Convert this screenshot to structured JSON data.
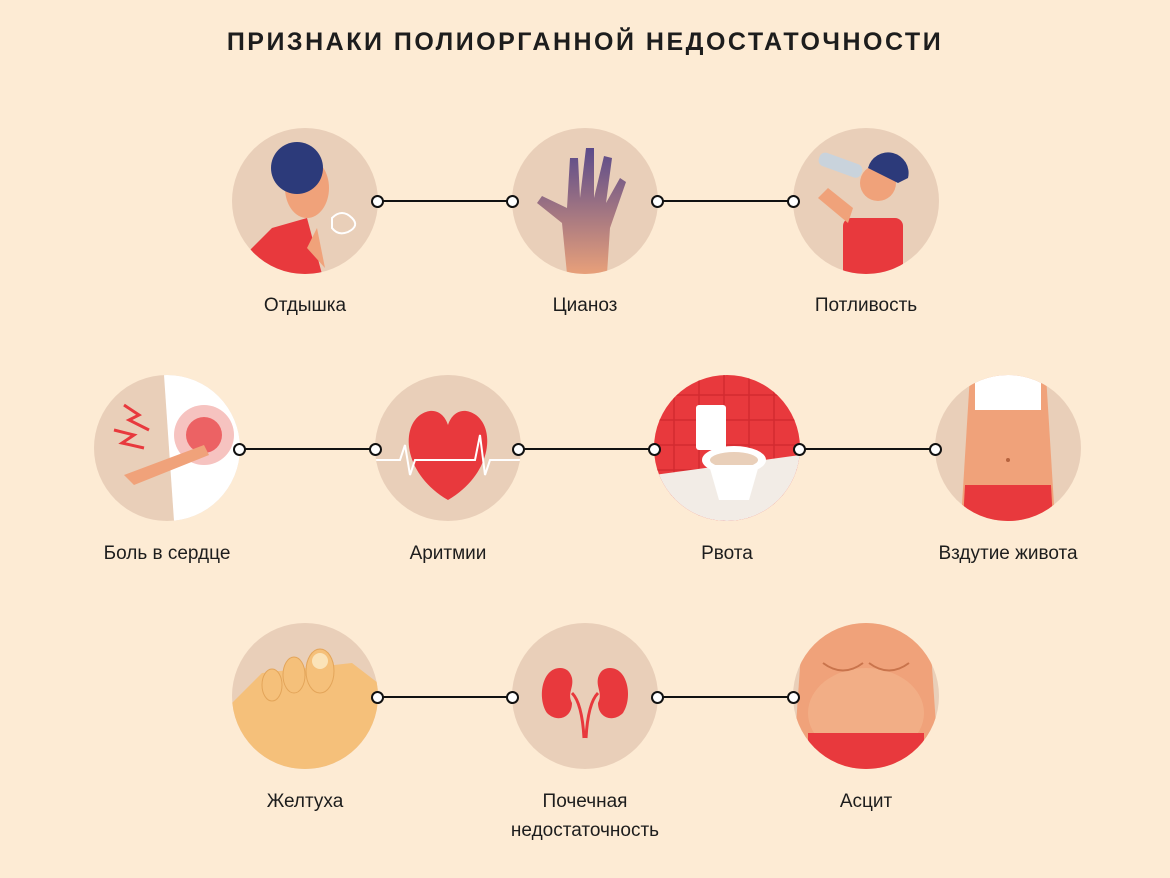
{
  "title": "ПРИЗНАКИ ПОЛИОРГАННОЙ НЕДОСТАТОЧНОСТИ",
  "colors": {
    "background": "#fdebd4",
    "circle": "#e9cfb9",
    "accent_red": "#e8393d",
    "hair": "#2c3a7a"
  },
  "symptoms": [
    {
      "label": "Отдышка",
      "icon": "shortness-of-breath-icon"
    },
    {
      "label": "Цианоз",
      "icon": "cyanotic-hand-icon"
    },
    {
      "label": "Потливость",
      "icon": "drinking-water-icon"
    },
    {
      "label": "Боль в сердце",
      "icon": "chest-pain-icon"
    },
    {
      "label": "Аритмии",
      "icon": "heart-ecg-icon"
    },
    {
      "label": "Рвота",
      "icon": "toilet-icon"
    },
    {
      "label": "Вздутие живота",
      "icon": "bloated-belly-icon"
    },
    {
      "label": "Желтуха",
      "icon": "yellow-foot-icon"
    },
    {
      "label": "Почечная недостаточность",
      "label_line1": "Почечная",
      "label_line2": "недостаточность",
      "icon": "kidneys-icon"
    },
    {
      "label": "Асцит",
      "icon": "ascites-belly-icon"
    }
  ]
}
